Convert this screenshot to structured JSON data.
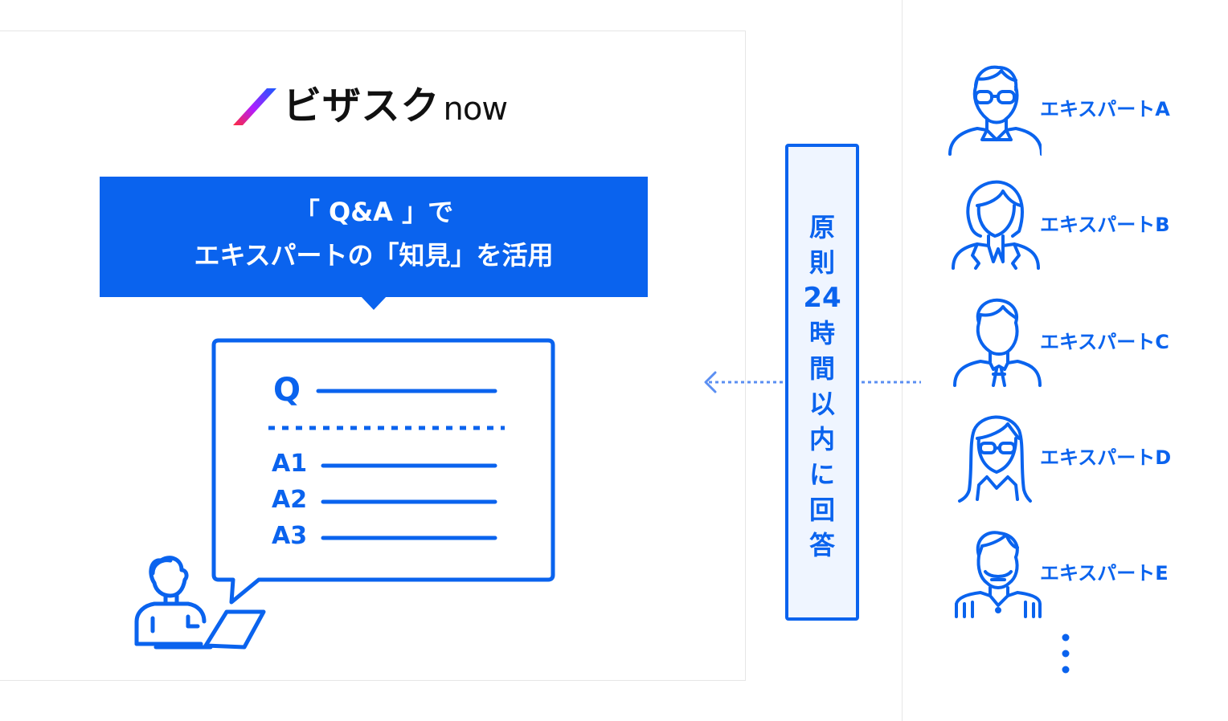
{
  "logo": {
    "kana": "ビザスク",
    "suffix": "now"
  },
  "banner": {
    "line1": "「 Q&A 」で",
    "line2": "エキスパートの「知見」を活用"
  },
  "qa_card": {
    "question_label": "Q",
    "answer_labels": [
      "A1",
      "A2",
      "A3"
    ]
  },
  "answer_box": {
    "chars": [
      "原",
      "則",
      "24",
      "時",
      "間",
      "以",
      "内",
      "に",
      "回",
      "答"
    ]
  },
  "experts": [
    {
      "label": "エキスパートA",
      "icon": "expert-glasses-man-icon"
    },
    {
      "label": "エキスパートB",
      "icon": "expert-woman-icon"
    },
    {
      "label": "エキスパートC",
      "icon": "expert-man-tie-icon"
    },
    {
      "label": "エキスパートD",
      "icon": "expert-woman-glasses-icon"
    },
    {
      "label": "エキスパートE",
      "icon": "expert-bearded-man-icon"
    }
  ],
  "colors": {
    "accent": "#0a63ee",
    "box_fill": "#eff5ff",
    "text_dark": "#111111"
  }
}
